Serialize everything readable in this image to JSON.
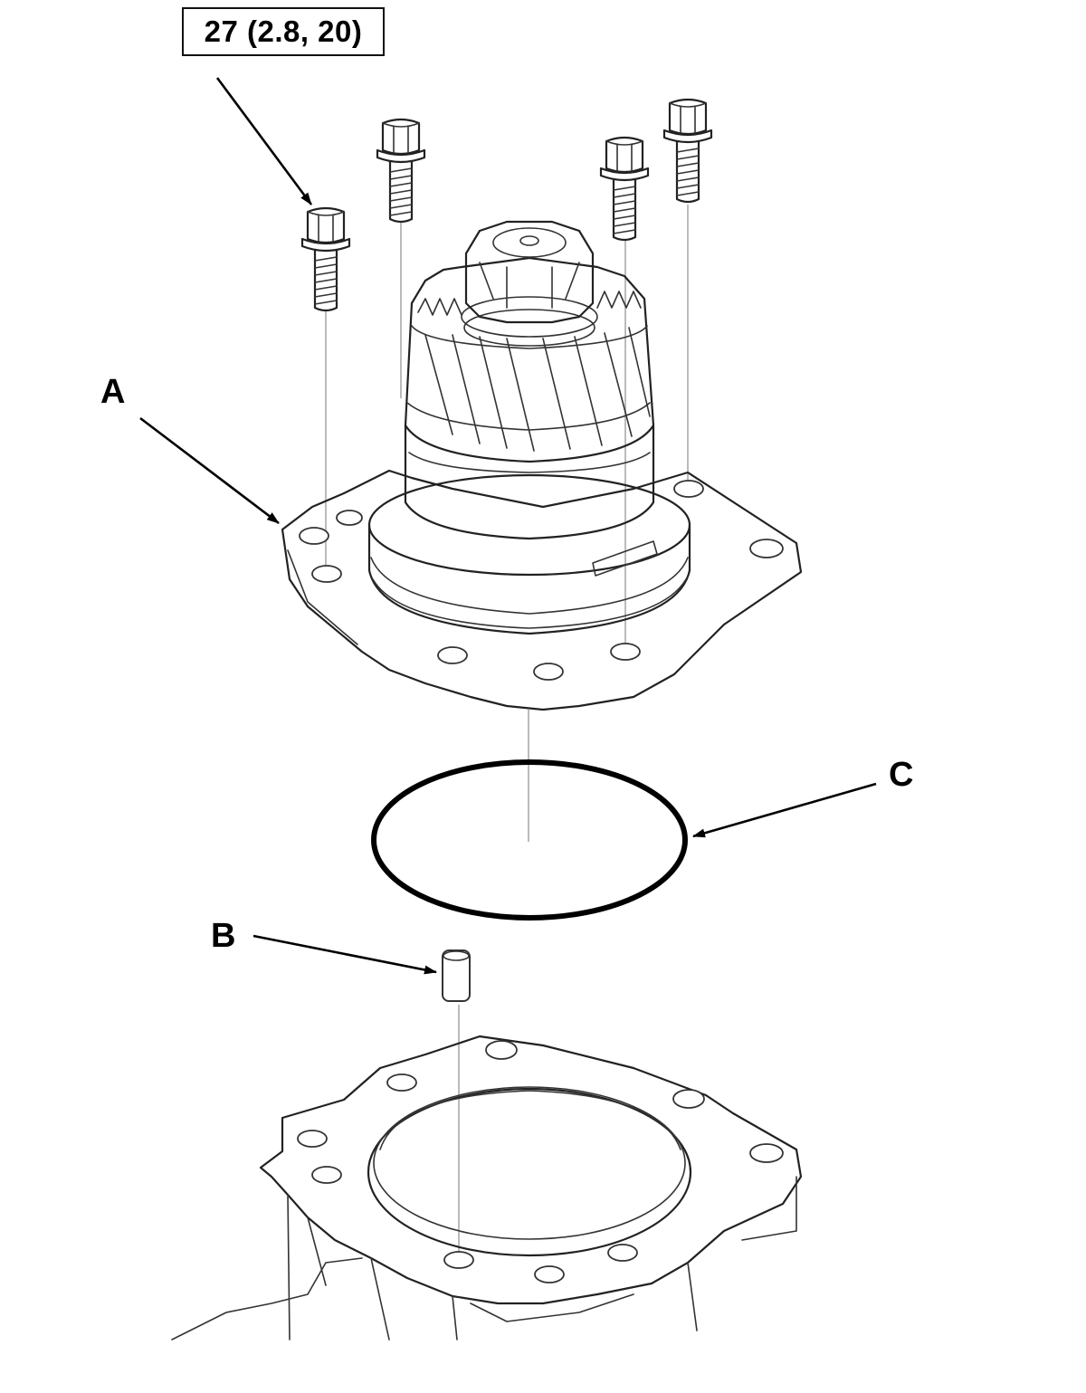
{
  "torque_spec": "27 (2.8, 20)",
  "callouts": {
    "a": "A",
    "b": "B",
    "c": "C"
  },
  "icons": {
    "bolt": "flange-bolt-icon",
    "housing": "housing-assembly-icon",
    "o_ring": "o-ring-icon",
    "dowel_pin": "dowel-pin-icon",
    "case": "transfer-case-icon"
  }
}
